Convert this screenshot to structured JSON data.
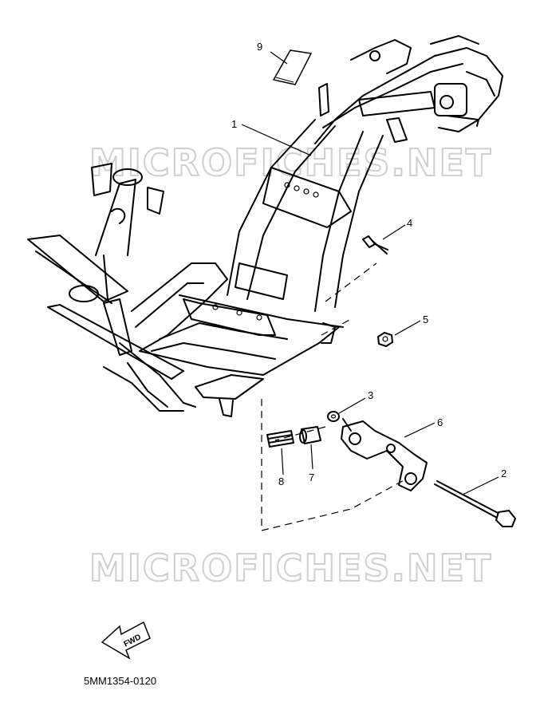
{
  "watermark": "MICROFICHES.NET",
  "drawing_code": "5MM1354-0120",
  "fwd_label": "FWD",
  "callouts": [
    {
      "num": "1"
    },
    {
      "num": "2"
    },
    {
      "num": "3"
    },
    {
      "num": "4"
    },
    {
      "num": "5"
    },
    {
      "num": "6"
    },
    {
      "num": "7"
    },
    {
      "num": "8"
    },
    {
      "num": "9"
    }
  ]
}
